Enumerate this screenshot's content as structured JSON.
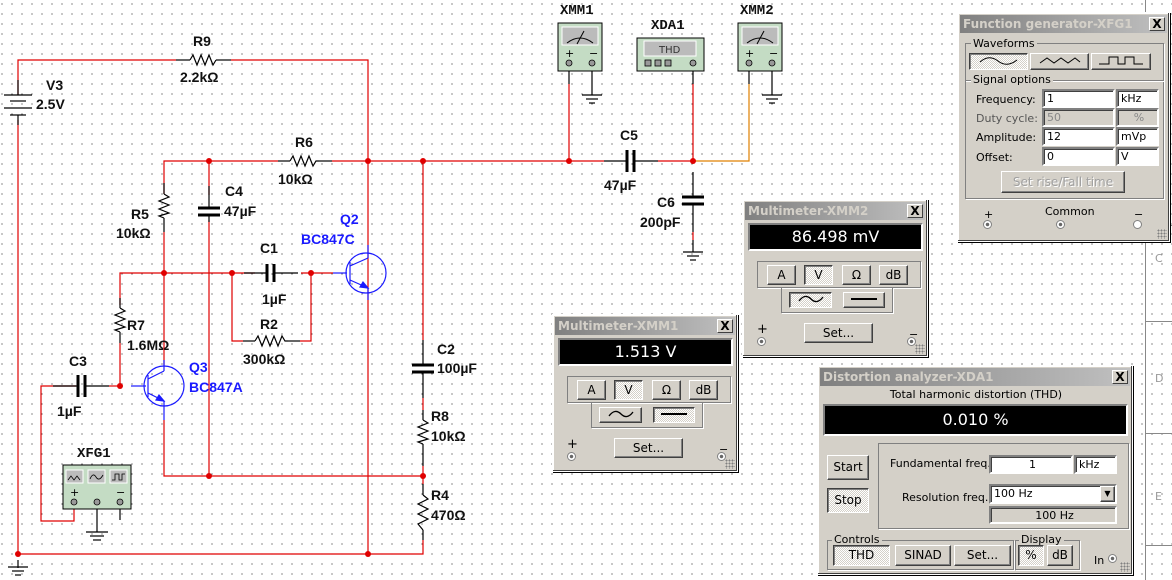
{
  "schematic": {
    "components": {
      "V3": {
        "ref": "V3",
        "value": "2.5V"
      },
      "R9": {
        "ref": "R9",
        "value": "2.2kΩ"
      },
      "R6": {
        "ref": "R6",
        "value": "10kΩ"
      },
      "R5": {
        "ref": "R5",
        "value": "10kΩ"
      },
      "C4": {
        "ref": "C4",
        "value": "47µF"
      },
      "C1": {
        "ref": "C1",
        "value": "1µF"
      },
      "R2": {
        "ref": "R2",
        "value": "300kΩ"
      },
      "R7": {
        "ref": "R7",
        "value": "1.6MΩ"
      },
      "C3": {
        "ref": "C3",
        "value": "1µF"
      },
      "Q2": {
        "ref": "Q2",
        "value": "BC847C"
      },
      "Q3": {
        "ref": "Q3",
        "value": "BC847A"
      },
      "C2": {
        "ref": "C2",
        "value": "100µF"
      },
      "R8": {
        "ref": "R8",
        "value": "10kΩ"
      },
      "R4": {
        "ref": "R4",
        "value": "470Ω"
      },
      "C5": {
        "ref": "C5",
        "value": "47µF"
      },
      "C6": {
        "ref": "C6",
        "value": "200pF"
      }
    },
    "instruments": {
      "XMM1": {
        "ref": "XMM1"
      },
      "XMM2": {
        "ref": "XMM2"
      },
      "XDA1": {
        "ref": "XDA1",
        "screen": "THD"
      },
      "XFG1": {
        "ref": "XFG1"
      }
    },
    "border_letters": [
      "C",
      "D",
      "E"
    ],
    "colors": {
      "wire": "#e00000",
      "wire_probe": "#e08000",
      "transistor": "#1a1aff",
      "instrument_body": "#c4dcc4"
    }
  },
  "function_generator": {
    "title": "Function generator-XFG1",
    "close": "X",
    "waveforms_label": "Waveforms",
    "waveforms": [
      "sine",
      "triangle",
      "square"
    ],
    "selected_waveform": "sine",
    "signal_options_label": "Signal options",
    "rows": [
      {
        "label": "Frequency:",
        "value": "1",
        "unit": "kHz",
        "disabled": false
      },
      {
        "label": "Duty cycle:",
        "value": "50",
        "unit": "%",
        "disabled": true
      },
      {
        "label": "Amplitude:",
        "value": "12",
        "unit": "mVp",
        "disabled": false
      },
      {
        "label": "Offset:",
        "value": "0",
        "unit": "V",
        "disabled": false
      }
    ],
    "rise_fall_button": "Set rise/Fall time",
    "terminals": {
      "plus": "+",
      "common": "Common",
      "minus": "−"
    }
  },
  "multimeter_xmm2": {
    "title": "Multimeter-XMM2",
    "close": "X",
    "reading": "86.498 mV",
    "modes": [
      "A",
      "V",
      "Ω",
      "dB"
    ],
    "selected_mode": "V",
    "coupling": [
      "ac",
      "dc"
    ],
    "selected_coupling": "ac",
    "set_button": "Set...",
    "terminals": {
      "plus": "+",
      "minus": "−"
    }
  },
  "multimeter_xmm1": {
    "title": "Multimeter-XMM1",
    "close": "X",
    "reading": "1.513 V",
    "modes": [
      "A",
      "V",
      "Ω",
      "dB"
    ],
    "selected_mode": "V",
    "coupling": [
      "ac",
      "dc"
    ],
    "selected_coupling": "dc",
    "set_button": "Set...",
    "terminals": {
      "plus": "+",
      "minus": "−"
    }
  },
  "distortion_analyzer": {
    "title": "Distortion analyzer-XDA1",
    "close": "X",
    "heading": "Total harmonic distortion (THD)",
    "reading": "0.010 %",
    "start_button": "Start",
    "stop_button": "Stop",
    "fundamental_label": "Fundamental freq.",
    "fundamental_value": "1",
    "fundamental_unit": "kHz",
    "resolution_label": "Resolution freq.",
    "resolution_selected": "100 Hz",
    "resolution_readout": "100 Hz",
    "controls_label": "Controls",
    "controls_buttons": [
      "THD",
      "SINAD",
      "Set..."
    ],
    "selected_control": "THD",
    "display_label": "Display",
    "display_buttons": [
      "%",
      "dB"
    ],
    "selected_display": "%",
    "in_label": "In"
  }
}
